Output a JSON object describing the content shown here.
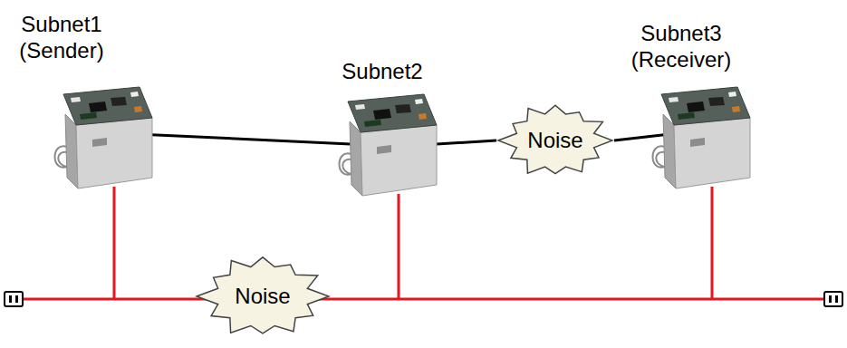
{
  "diagram": {
    "nodes": [
      {
        "text": [
          "Subnet1 (Sender)"
        ]
      },
      {
        "text": [
          "Subnet2"
        ]
      },
      {
        "text": [
          "Subnet3 (Receiver)"
        ]
      },
      {
        "text": [
          "Noise"
        ]
      },
      {
        "text": [
          "Noise"
        ]
      }
    ],
    "edges": [
      {
        "from": 0,
        "to": 1,
        "arrow": "none"
      },
      {
        "from": 1,
        "to": 3,
        "arrow": "none"
      },
      {
        "from": 3,
        "to": 2,
        "arrow": "none"
      }
    ]
  }
}
